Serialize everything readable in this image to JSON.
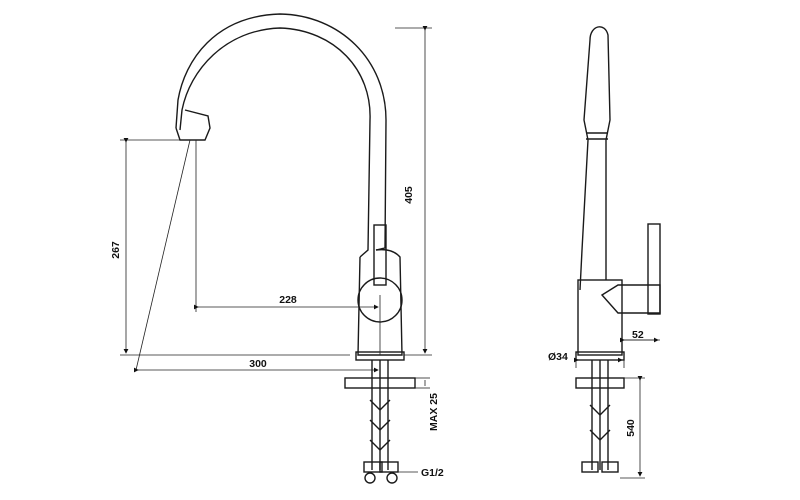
{
  "side_view": {
    "dims": {
      "height_total": "405",
      "spout_height": "267",
      "spout_reach": "228",
      "overall_reach": "300",
      "max_thickness": "MAX 25",
      "thread": "G1/2"
    }
  },
  "front_view": {
    "dims": {
      "body_diameter": "Ø34",
      "handle": "52",
      "hose_length": "540"
    }
  }
}
